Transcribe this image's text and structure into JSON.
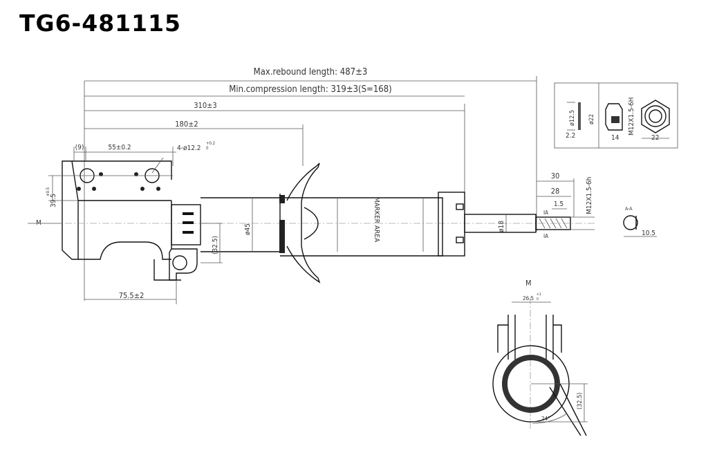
{
  "title": "TG6-481115",
  "dims": {
    "max_rebound": "Max.rebound length: 487±3",
    "min_compression": "Min.compression length: 319±3(S=168)",
    "d310": "310±3",
    "d180": "180±2",
    "d9": "(9)",
    "d55": "55±0.2",
    "holes": "4-ø12.2",
    "holes_tol": "+0.2",
    "holes_tol2": "0",
    "d39": "39.5",
    "d39_tol": "±0.5",
    "m_left": "M",
    "d45": "ø45",
    "d32": "(32.5)",
    "d75": "75.5±2",
    "marker": "MARKER AREA",
    "d18": "ø18",
    "d30": "30",
    "d28": "28",
    "d15": "1.5",
    "thread_rod": "M12X1.5-6h",
    "ia1": "IA",
    "ia2": "IA",
    "aa": "A-A",
    "d105": "10.5",
    "washer_d125": "ø12.5",
    "washer_d22": "ø22",
    "washer_t": "2.2",
    "nut_thread": "M12X1.5-6H",
    "nut_h": "14",
    "nut_w": "22",
    "m_view": "M",
    "d265": "26.5",
    "d265_tol": "+1",
    "d265_tol2": "0",
    "d325b": "(32.5)",
    "angle": "24°"
  }
}
